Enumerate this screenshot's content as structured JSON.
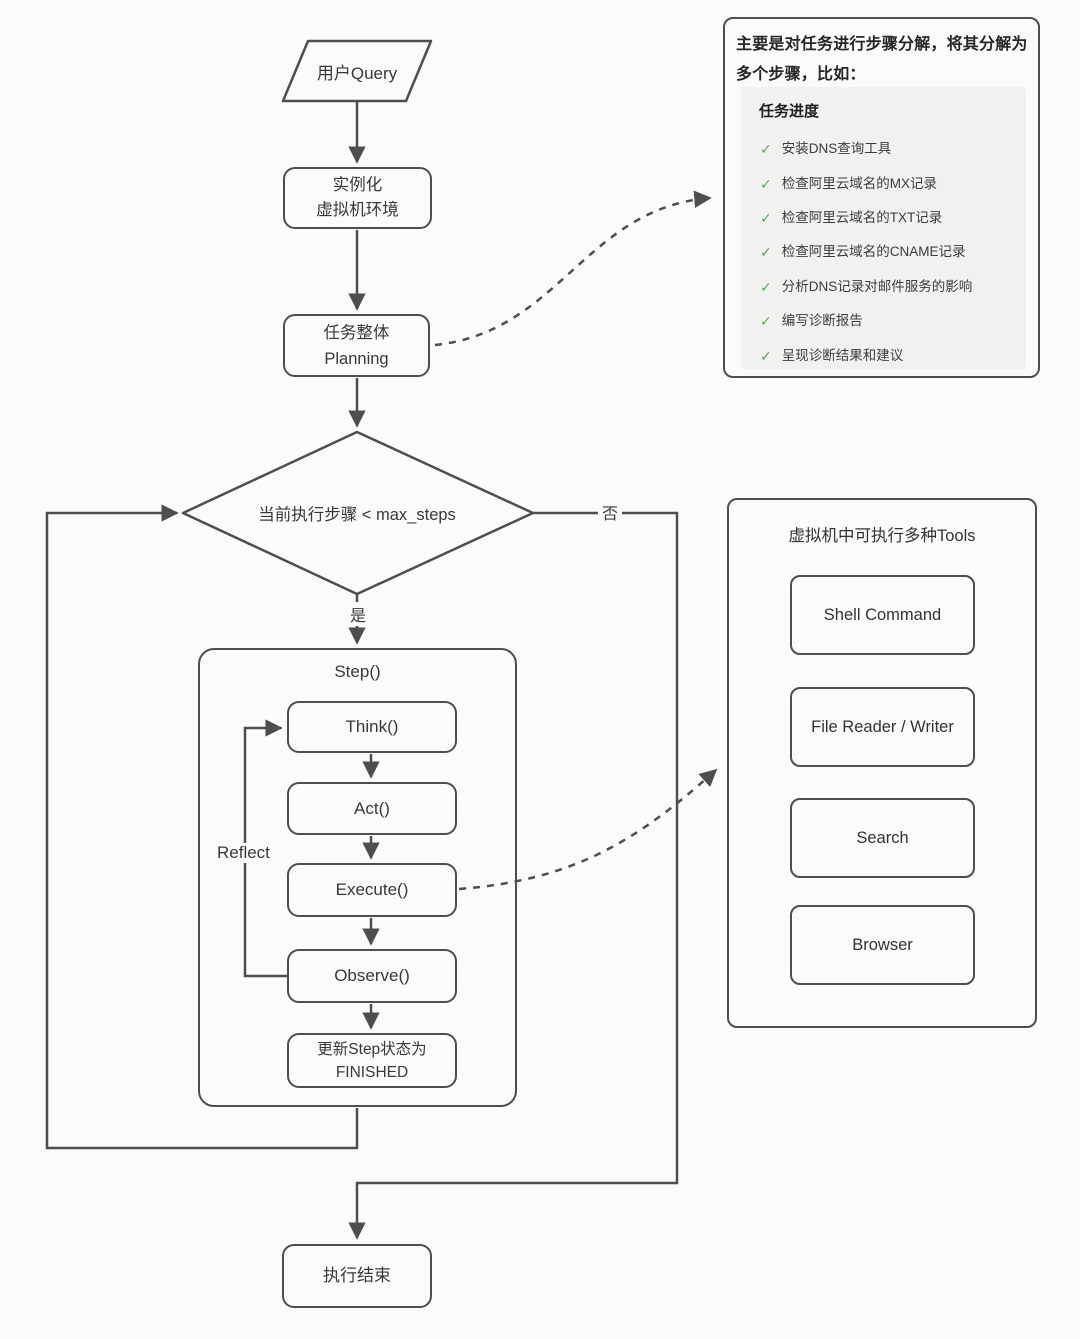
{
  "diagram": {
    "nodes": {
      "user_query": "用户Query",
      "instantiate_line1": "实例化",
      "instantiate_line2": "虚拟机环境",
      "planning_line1": "任务整体",
      "planning_line2": "Planning",
      "decision": "当前执行步骤 < max_steps",
      "yes": "是",
      "no": "否",
      "step_title": "Step()",
      "think": "Think()",
      "act": "Act()",
      "execute": "Execute()",
      "observe": "Observe()",
      "update_line1": "更新Step状态为",
      "update_line2": "FINISHED",
      "reflect": "Reflect",
      "end": "执行结束"
    },
    "callout": {
      "intro": "主要是对任务进行步骤分解，将其分解为多个步骤，比如：",
      "panel_title": "任务进度",
      "check_icon": "✓",
      "items": [
        "安装DNS查询工具",
        "检查阿里云域名的MX记录",
        "检查阿里云域名的TXT记录",
        "检查阿里云域名的CNAME记录",
        "分析DNS记录对邮件服务的影响",
        "编写诊断报告",
        "呈现诊断结果和建议"
      ]
    },
    "tools": {
      "title": "虚拟机中可执行多种Tools",
      "items": [
        "Shell Command",
        "File Reader / Writer",
        "Search",
        "Browser"
      ]
    },
    "colors": {
      "line": "#4e4e4e",
      "text": "#383838",
      "check_green": "#57a95c",
      "panel_bg": "#f1f1ef",
      "page_bg": "#fbfbfb"
    }
  }
}
